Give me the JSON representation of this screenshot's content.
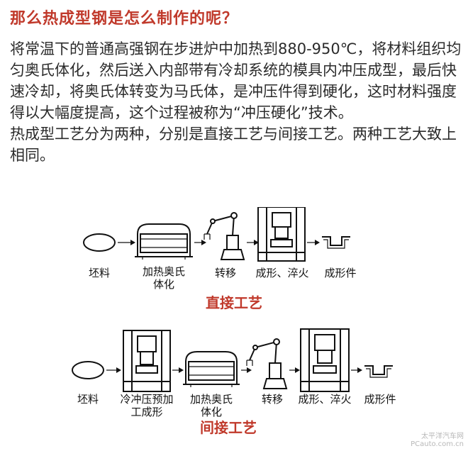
{
  "heading": "那么热成型钢是怎么制作的呢？",
  "paragraphs": [
    "将常温下的普通高强钢在步进炉中加热到880-950℃，将材料组织均匀奥氏体化，然后送入内部带有冷却系统的模具内冲压成型，最后快速冷却，将奥氏体转变为马氏体，是冲压件得到硬化，这时材料强度得以大幅度提高，这个过程被称为“冲压硬化”技术。",
    "热成型工艺分为两种，分别是直接工艺与间接工艺。两种工艺大致上相同。"
  ],
  "direct": {
    "title": "直接工艺",
    "steps": {
      "blank": "坯料",
      "heat_1": "加热奥氏",
      "heat_2": "体化",
      "transfer": "转移",
      "form": "成形、淬火",
      "part": "成形件"
    }
  },
  "indirect": {
    "title": "间接工艺",
    "steps": {
      "blank": "坯料",
      "cold_1": "冷冲压预加",
      "cold_2": "工成形",
      "heat_1": "加热奥氏",
      "heat_2": "体化",
      "transfer": "转移",
      "form": "成形、淬火",
      "part": "成形件"
    }
  },
  "watermark": {
    "line1": "太平洋汽车网",
    "line2": "PCauto.com.cn"
  },
  "icons": [
    "blank-disc-icon",
    "furnace-icon",
    "robot-arm-icon",
    "press-icon",
    "formed-part-icon",
    "arrow-icon"
  ]
}
